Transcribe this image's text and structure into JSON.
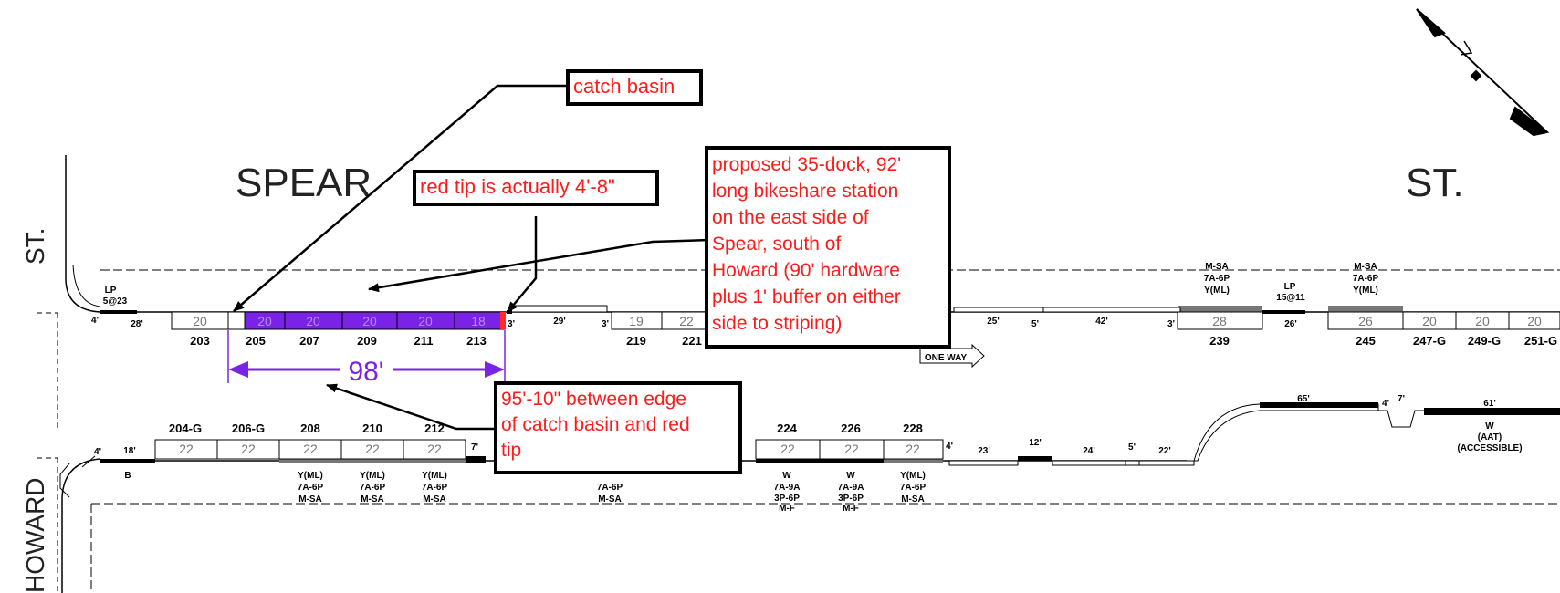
{
  "street_labels": {
    "spear_word": "SPEAR",
    "st_right": "ST.",
    "st_left": "ST.",
    "howard": "HOWARD",
    "one_way": "ONE WAY"
  },
  "annotations": {
    "catch_basin": "catch basin",
    "red_tip": "red tip is actually 4'-8\"",
    "proposed": [
      "proposed 35-dock, 92'",
      "long bikeshare station",
      "on the east side of",
      "Spear, south of",
      "Howard (90' hardware",
      "plus 1' buffer on either",
      "side to striping)"
    ],
    "between": [
      "95'-10\" between edge",
      "of catch basin and red",
      "tip"
    ],
    "dimension_98": "98'"
  },
  "east_curb": {
    "lp_left": [
      "LP",
      "5@23"
    ],
    "lp_mid": [
      "LP",
      "15@11"
    ],
    "dims": [
      "4'",
      "28'",
      "3'",
      "29'",
      "3'",
      "25'",
      "5'",
      "42'",
      "3'",
      "26'"
    ],
    "box_values": [
      "20",
      "20",
      "20",
      "20",
      "20",
      "18",
      "19",
      "22",
      "28",
      "26",
      "20",
      "20",
      "20"
    ],
    "addresses": [
      "203",
      "205",
      "207",
      "209",
      "211",
      "213",
      "219",
      "221",
      "239",
      "245",
      "247-G",
      "249-G",
      "251-G"
    ],
    "regs_239": [
      "M-SA",
      "7A-6P",
      "Y(ML)"
    ],
    "regs_245": [
      "M-SA",
      "7A-6P",
      "Y(ML)"
    ]
  },
  "west_curb": {
    "addresses": [
      "204-G",
      "206-G",
      "208",
      "210",
      "212",
      "224",
      "226",
      "228"
    ],
    "box_values": [
      "22",
      "22",
      "22",
      "22",
      "22",
      "22",
      "22",
      "22"
    ],
    "dims": [
      "4'",
      "18'",
      "7'",
      "4'",
      "23'",
      "12'",
      "24'",
      "5'",
      "22'",
      "65'",
      "4'",
      "7'",
      "61'"
    ],
    "b_label": "B",
    "regs_ml": [
      "Y(ML)",
      "7A-6P",
      "M-SA"
    ],
    "regs_w": [
      "W",
      "7A-9A",
      "3P-6P",
      "M-F"
    ],
    "aat": [
      "W",
      "(AAT)",
      "(ACCESSIBLE)"
    ]
  }
}
